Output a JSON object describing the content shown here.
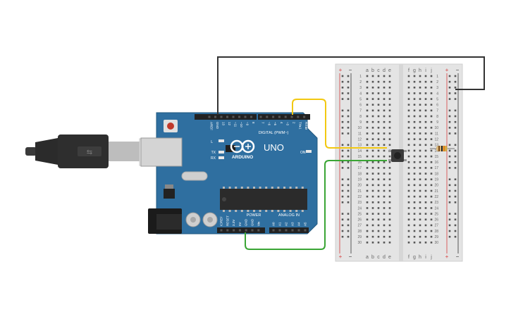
{
  "board": {
    "brand": "ARDUINO",
    "model": "UNO",
    "on_label": "ON",
    "tx_label": "TX",
    "rx_label": "RX",
    "l_label": "L",
    "digital_label": "DIGITAL (PWM~)",
    "power_label": "POWER",
    "analog_label": "ANALOG IN",
    "top_pins": [
      "AREF",
      "GND",
      "13",
      "12",
      "~11",
      "~10",
      "~9",
      "8",
      "7",
      "~6",
      "~5",
      "4",
      "~3",
      "2",
      "TX▸1",
      "RX◂0"
    ],
    "power_pins": [
      "IOREF",
      "RESET",
      "3.3V",
      "5V",
      "GND",
      "GND",
      "Vin"
    ],
    "analog_pins": [
      "A0",
      "A1",
      "A2",
      "A3",
      "A4",
      "A5"
    ],
    "colors": {
      "pcb": "#2f6fa0",
      "header": "#222222",
      "chip": "#2b2b2b"
    }
  },
  "breadboard": {
    "columns_left": [
      "a",
      "b",
      "c",
      "d",
      "e"
    ],
    "columns_right": [
      "f",
      "g",
      "h",
      "i",
      "j"
    ],
    "rail_plus": "+",
    "rail_minus": "−",
    "rows": [
      "1",
      "2",
      "3",
      "4",
      "5",
      "6",
      "7",
      "8",
      "9",
      "10",
      "11",
      "12",
      "13",
      "14",
      "15",
      "16",
      "17",
      "18",
      "19",
      "20",
      "21",
      "22",
      "23",
      "24",
      "25",
      "26",
      "27",
      "28",
      "29",
      "30"
    ]
  },
  "wires": {
    "colors": {
      "gnd": "#333333",
      "signal": "#f2c811",
      "power": "#3aa535"
    }
  },
  "components": {
    "usb_cable": "usb-b-cable",
    "pushbutton": "pushbutton",
    "resistor": "resistor"
  }
}
